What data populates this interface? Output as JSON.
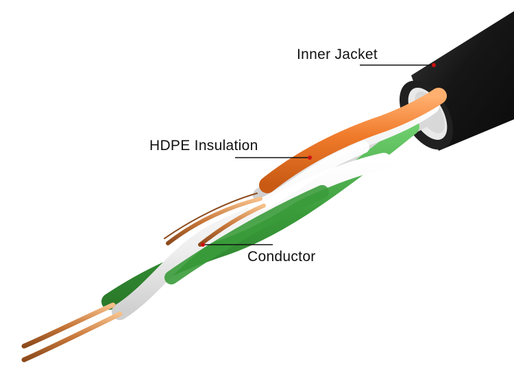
{
  "labels": {
    "inner_jacket": "Inner Jacket",
    "hdpe_insulation": "HDPE Insulation",
    "conductor": "Conductor"
  },
  "colors": {
    "jacket": "#1a1a1a",
    "orange_insulation": "#f07a2a",
    "green_insulation": "#3a9b3a",
    "white_insulation": "#f2f2f2",
    "copper": "#c8783a",
    "pointer_dot": "#cc1111",
    "leader_line": "#111111"
  }
}
